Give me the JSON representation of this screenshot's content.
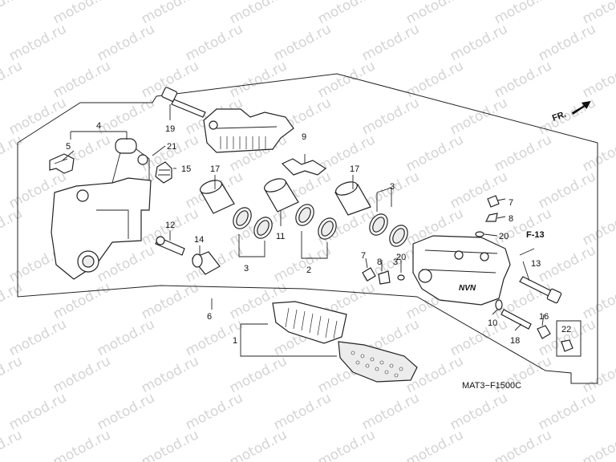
{
  "watermark": "motod.ru",
  "diagram_code": "MAT3−F1500C",
  "front_marker": "FR.",
  "ref_label": "F-13",
  "callouts": {
    "c1": "1",
    "c2": "2",
    "c3a": "3",
    "c3b": "3",
    "c3c": "3",
    "c4": "4",
    "c5": "5",
    "c6": "6",
    "c7a": "7",
    "c7b": "7",
    "c8a": "8",
    "c8b": "8",
    "c9": "9",
    "c10": "10",
    "c11": "11",
    "c12": "12",
    "c13": "13",
    "c14": "14",
    "c15": "15",
    "c16": "16",
    "c17a": "17",
    "c17b": "17",
    "c18": "18",
    "c19": "19",
    "c20a": "20",
    "c20b": "20",
    "c21": "21",
    "c22": "22"
  },
  "caliper_emblem": "NVN"
}
